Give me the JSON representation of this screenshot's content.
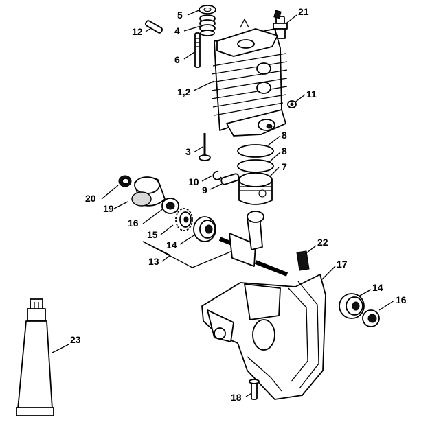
{
  "diagram": {
    "labels": [
      {
        "id": "l5",
        "text": "5"
      },
      {
        "id": "l4",
        "text": "4"
      },
      {
        "id": "l12",
        "text": "12"
      },
      {
        "id": "l21",
        "text": "21"
      },
      {
        "id": "l6",
        "text": "6"
      },
      {
        "id": "l12b",
        "text": "1,2"
      },
      {
        "id": "l11",
        "text": "11"
      },
      {
        "id": "l8a",
        "text": "8"
      },
      {
        "id": "l3",
        "text": "3"
      },
      {
        "id": "l8b",
        "text": "8"
      },
      {
        "id": "l7",
        "text": "7"
      },
      {
        "id": "l10",
        "text": "10"
      },
      {
        "id": "l9",
        "text": "9"
      },
      {
        "id": "l20",
        "text": "20"
      },
      {
        "id": "l19",
        "text": "19"
      },
      {
        "id": "l16a",
        "text": "16"
      },
      {
        "id": "l15",
        "text": "15"
      },
      {
        "id": "l14a",
        "text": "14"
      },
      {
        "id": "l13",
        "text": "13"
      },
      {
        "id": "l22",
        "text": "22"
      },
      {
        "id": "l17",
        "text": "17"
      },
      {
        "id": "l14b",
        "text": "14"
      },
      {
        "id": "l16b",
        "text": "16"
      },
      {
        "id": "l23",
        "text": "23"
      },
      {
        "id": "l18",
        "text": "18"
      }
    ]
  }
}
